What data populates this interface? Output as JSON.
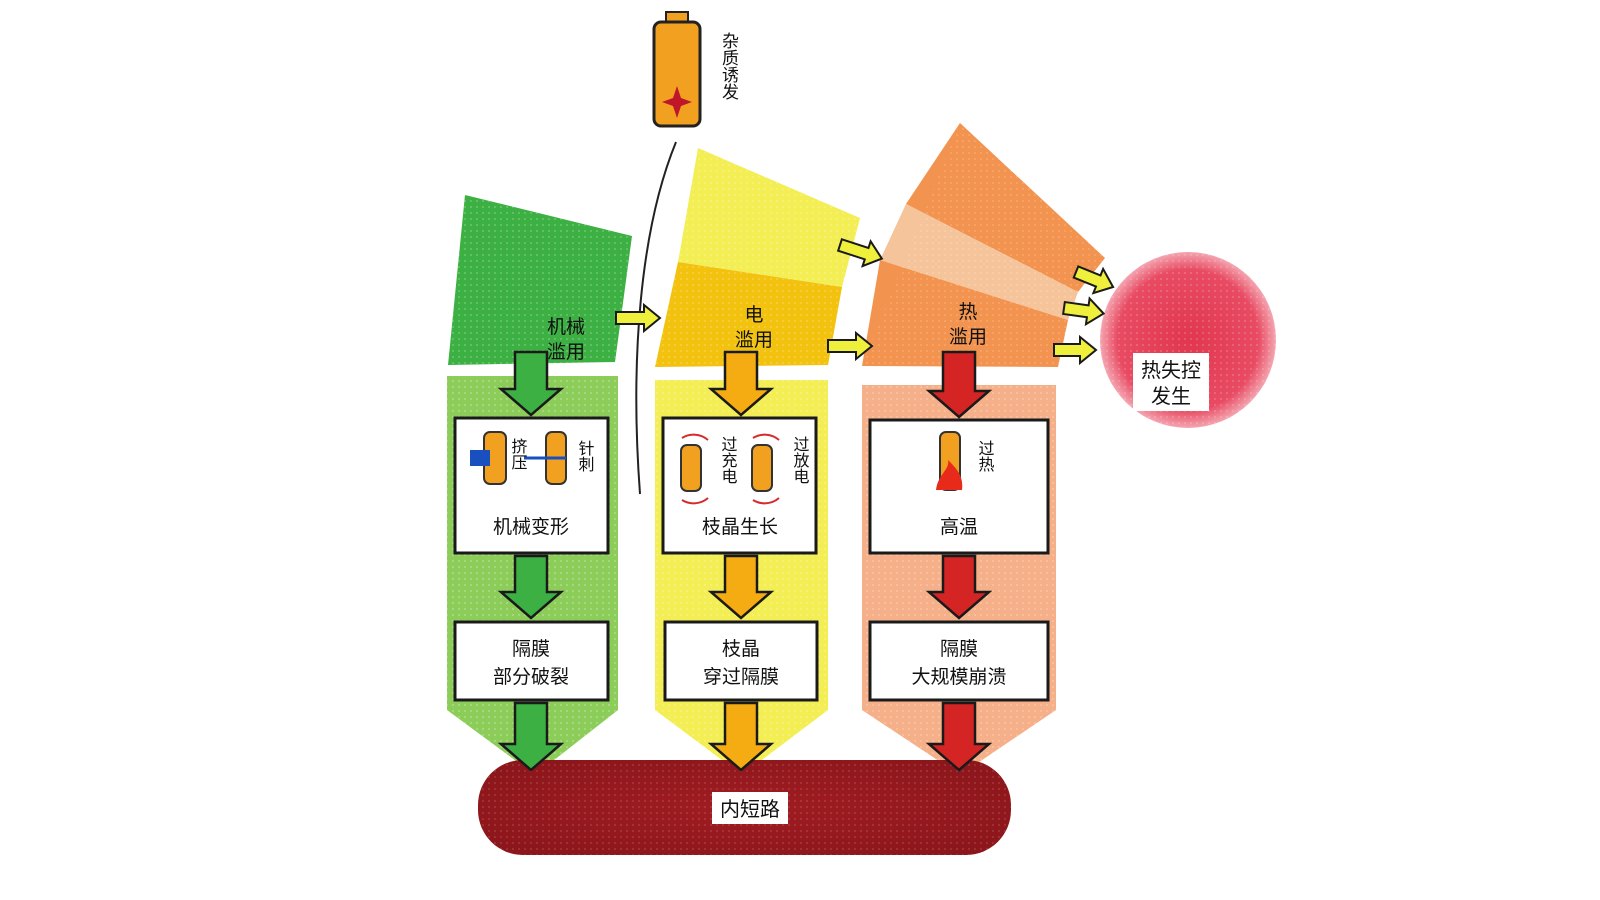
{
  "impurity": {
    "label": "杂质诱发"
  },
  "columns": {
    "mech": {
      "sector_label_line1": "机械",
      "sector_label_line2": "滥用",
      "trigger_label_1": "挤压",
      "trigger_label_2": "针刺",
      "stage1": "机械变形",
      "stage2_line1": "隔膜",
      "stage2_line2": "部分破裂"
    },
    "elec": {
      "sector_label_line1": "电",
      "sector_label_line2": "滥用",
      "trigger_label_1": "过充电",
      "trigger_label_2": "过放电",
      "stage1": "枝晶生长",
      "stage2_line1": "枝晶",
      "stage2_line2": "穿过隔膜"
    },
    "heat": {
      "sector_label_line1": "热",
      "sector_label_line2": "滥用",
      "trigger_label_1": "过热",
      "stage1": "高温",
      "stage2_line1": "隔膜",
      "stage2_line2": "大规模崩溃"
    }
  },
  "short_circuit": {
    "label": "内短路"
  },
  "thermal_runaway": {
    "line1": "热失控",
    "line2": "发生"
  },
  "colors": {
    "mech": "#3cb043",
    "mech_light": "#8ccd5a",
    "elec": "#f2c20f",
    "elec_light": "#f4ee55",
    "heat": "#f2934f",
    "heat_light": "#f5b08a",
    "heat_arrow": "#d42424",
    "elec_arrow": "#f5ac12",
    "short": "#951a1e",
    "runaway": "#e84b63",
    "arrow_yellow": "#eff03c"
  }
}
